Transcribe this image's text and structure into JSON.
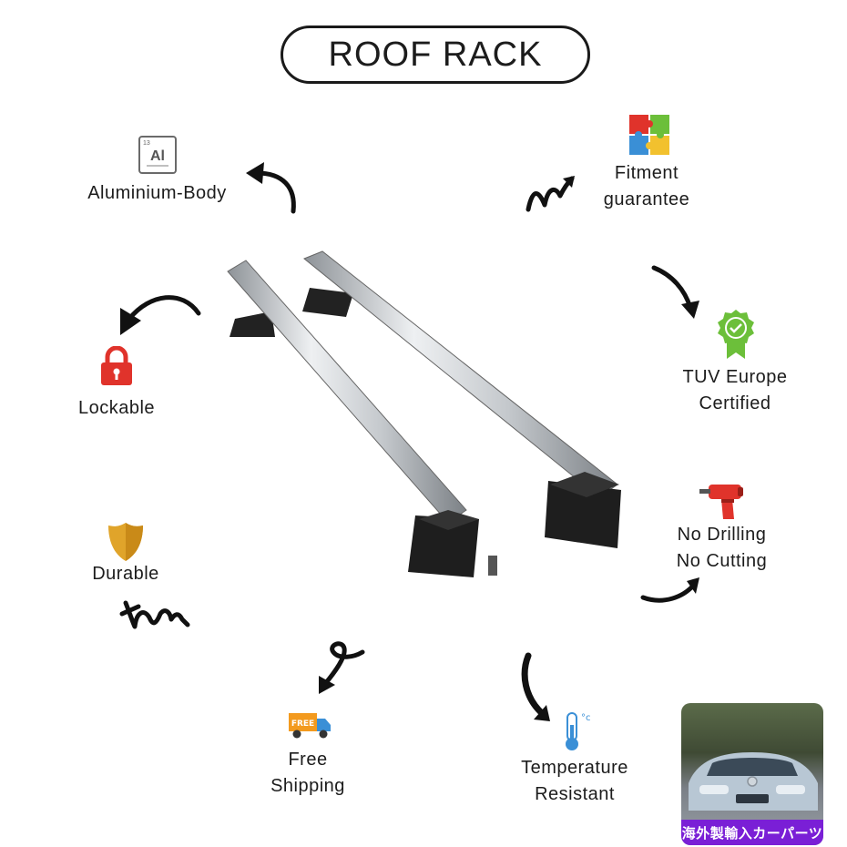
{
  "title": "ROOF RACK",
  "features": {
    "aluminium": "Aluminium-Body",
    "aluminium_symbol": "Al",
    "aluminium_number": "13",
    "fitment": [
      "Fitment",
      "guarantee"
    ],
    "lockable": "Lockable",
    "tuv": [
      "TUV Europe",
      "Certified"
    ],
    "durable": "Durable",
    "drilling": [
      "No Drilling",
      "No Cutting"
    ],
    "shipping": [
      "Free",
      "Shipping"
    ],
    "shipping_truck_text": "FREE",
    "temperature": [
      "Temperature",
      "Resistant"
    ],
    "temperature_unit": "°c"
  },
  "thumbnail": {
    "badge": "海外製輸入カーパーツ"
  },
  "colors": {
    "lock": "#e0332b",
    "shield": "#e0a42a",
    "badge": "#6cbf3a",
    "drill": "#e0332b",
    "truck": "#f39a1e",
    "thermo": "#3a8fd6",
    "thumb_badge": "#7a1fd6"
  }
}
